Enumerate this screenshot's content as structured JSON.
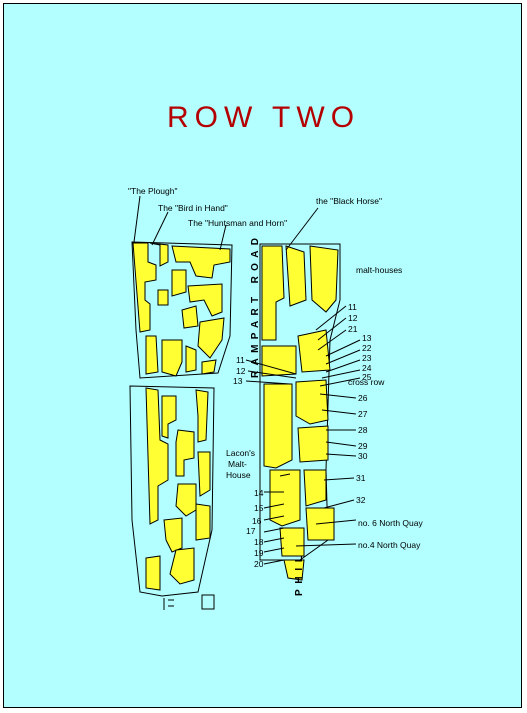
{
  "title": "ROW TWO",
  "colors": {
    "background": "#b3ffff",
    "plot": "#ffff33",
    "title": "#b40000",
    "outline": "#000000"
  },
  "roads": {
    "rampart_road": "RAMPART ROAD",
    "phil": "PHIL"
  },
  "labels": {
    "plough": "\"The Plough\"",
    "bird_in_hand": "The \"Bird in Hand\"",
    "huntsman_and_horn": "The \"Huntsman and Horn\"",
    "black_horse": "the \"Black Horse\"",
    "malt_houses": "malt-houses",
    "cross_row": "cross row",
    "lacons_malt_house_1": "Lacon's",
    "lacons_malt_house_2": "Malt-",
    "lacons_malt_house_3": "House",
    "no6_north_quay": "no. 6 North Quay",
    "no4_north_quay": "no.4 North Quay"
  },
  "numbers": {
    "right": [
      "11",
      "12",
      "21",
      "13",
      "22",
      "23",
      "24",
      "25",
      "26",
      "27",
      "28",
      "29",
      "30",
      "31",
      "32"
    ],
    "left": [
      "11",
      "12",
      "13",
      "14",
      "15",
      "16",
      "17",
      "18",
      "19",
      "20"
    ]
  }
}
